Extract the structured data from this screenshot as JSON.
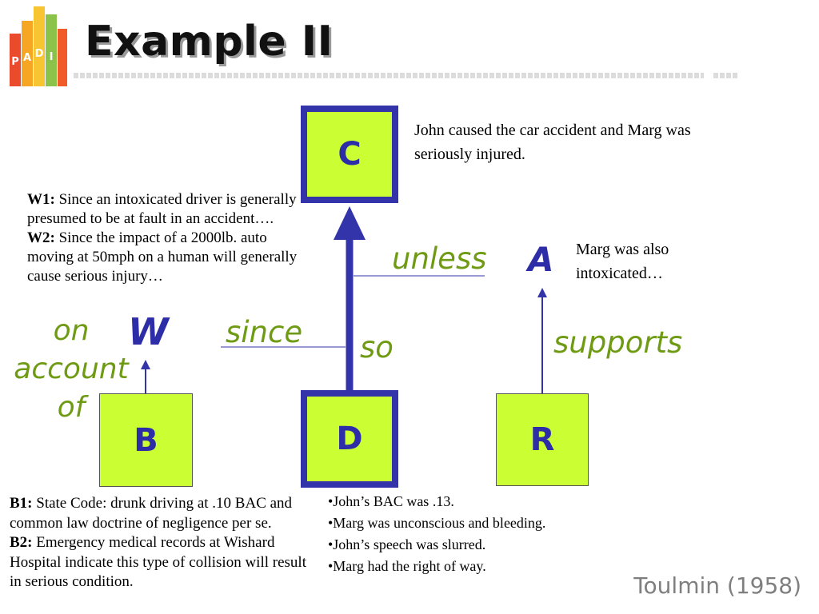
{
  "slide": {
    "title": "Example II",
    "logo": {
      "letters": [
        "P",
        "A",
        "D",
        "I"
      ],
      "colors": [
        "#e94b2c",
        "#f6a623",
        "#f7c531",
        "#8bc34a",
        "#f15a29"
      ]
    },
    "credit": "Toulmin (1958)"
  },
  "diagram": {
    "boxes": {
      "claim": "C",
      "data": "D",
      "backing": "B",
      "rebuttal_support": "R"
    },
    "letters": {
      "warrant": "W",
      "rebuttal": "A"
    },
    "labels": {
      "unless": "unless",
      "since": "since",
      "so": "so",
      "supports": "supports",
      "on_account_of_1": "on",
      "on_account_of_2": "account",
      "on_account_of_3": "of"
    },
    "colors": {
      "box_fill": "#ccff33",
      "box_border": "#3333aa",
      "label_green": "#6f9b14",
      "letter_blue": "#2d2da8"
    }
  },
  "texts": {
    "claim": "John caused the car accident and Marg was seriously injured.",
    "rebuttal": "Marg was also intoxicated…",
    "warrants": [
      {
        "label": "W1:",
        "text": "Since an intoxicated driver is generally presumed to be at fault in an accident…."
      },
      {
        "label": "W2:",
        "text": "Since the impact of a 2000lb. auto moving at 50mph on a human will generally cause serious injury…"
      }
    ],
    "backings": [
      {
        "label": "B1:",
        "text": "State Code: drunk driving at .10 BAC and common law doctrine of negligence per se."
      },
      {
        "label": "B2:",
        "text": "Emergency medical records at Wishard Hospital indicate this type of collision will result in serious condition."
      }
    ],
    "data_items": [
      "•John’s BAC was .13.",
      "•Marg was unconscious and bleeding.",
      "•John’s speech was slurred.",
      "•Marg had the right of way."
    ]
  }
}
